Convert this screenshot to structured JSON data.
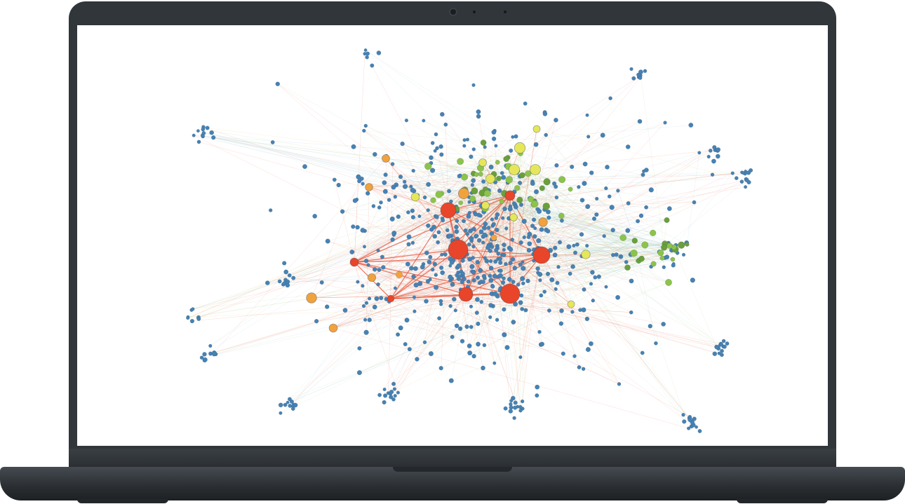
{
  "device": {
    "type": "laptop",
    "frame_color": "#31363b",
    "screen_color": "#ffffff"
  },
  "screen_content": {
    "type": "network-graph",
    "node_color_scale": [
      "#4682b4",
      "#6a9f3a",
      "#8cc34a",
      "#e6e65a",
      "#f2a23c",
      "#e8452a"
    ],
    "edge_color_scale": [
      "#8fbfd6",
      "#a8cf7a",
      "#f0c060",
      "#e86a50"
    ],
    "hub_nodes": [
      {
        "level": 5,
        "size": 14
      },
      {
        "level": 5,
        "size": 14
      },
      {
        "level": 5,
        "size": 12
      },
      {
        "level": 5,
        "size": 11
      },
      {
        "level": 5,
        "size": 10
      },
      {
        "level": 5,
        "size": 7
      },
      {
        "level": 5,
        "size": 6
      },
      {
        "level": 5,
        "size": 5
      }
    ],
    "secondary_nodes": {
      "orange_count": 9,
      "yellow_count": 11,
      "green_count": 70
    },
    "peripheral_clusters": 14,
    "background_node_count": 420
  }
}
